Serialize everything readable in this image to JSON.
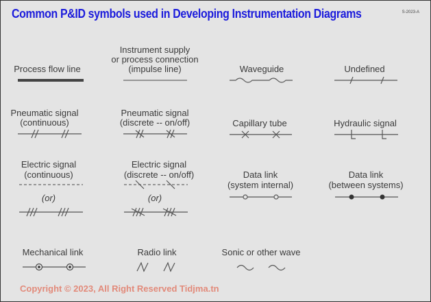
{
  "title": "Common P&ID symbols used in Developing Instrumentation Diagrams",
  "doc_code": "S-2023-A",
  "copyright": "Copyright ©  2023, All Right Reserved Tidjma.tn",
  "colors": {
    "title": "#1c1cdc",
    "copyright": "#e28a7a",
    "background": "#e4e4e4",
    "line": "#555555",
    "heavy_line": "#444444"
  },
  "symbols": {
    "process_flow": {
      "label": "Process flow line"
    },
    "instrument_supply": {
      "label_lines": [
        "Instrument supply",
        "or process connection",
        "(impulse line)"
      ]
    },
    "waveguide": {
      "label": "Waveguide"
    },
    "undefined": {
      "label": "Undefined"
    },
    "pneumatic_continuous": {
      "label_lines": [
        "Pneumatic signal",
        "(continuous)"
      ]
    },
    "pneumatic_discrete": {
      "label_lines": [
        "Pneumatic signal",
        "(discrete -- on/off)"
      ]
    },
    "capillary": {
      "label": "Capillary tube"
    },
    "hydraulic": {
      "label": "Hydraulic signal"
    },
    "electric_continuous": {
      "label_lines": [
        "Electric signal",
        "(continuous)"
      ],
      "alt_label": "(or)"
    },
    "electric_discrete": {
      "label_lines": [
        "Electric signal",
        "(discrete -- on/off)"
      ],
      "alt_label": "(or)"
    },
    "data_internal": {
      "label_lines": [
        "Data link",
        "(system internal)"
      ]
    },
    "data_between": {
      "label_lines": [
        "Data link",
        "(between systems)"
      ]
    },
    "mechanical": {
      "label": "Mechanical link"
    },
    "radio": {
      "label": "Radio link"
    },
    "sonic": {
      "label": "Sonic or other wave"
    }
  }
}
